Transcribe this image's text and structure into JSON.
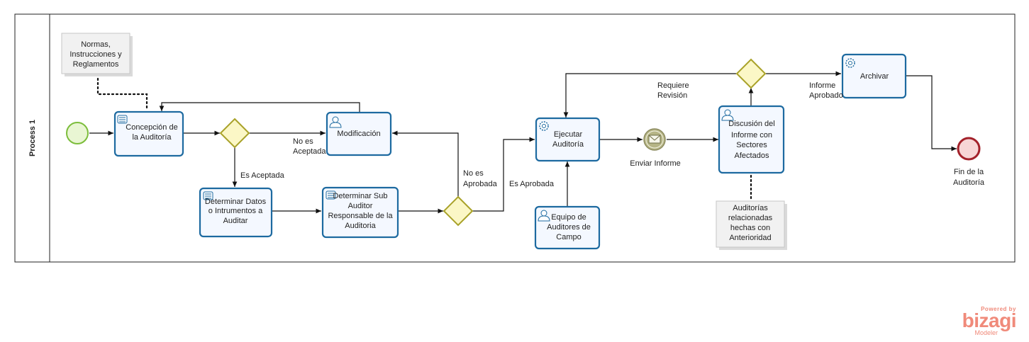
{
  "pool": {
    "label": "Process 1"
  },
  "tasks": {
    "concepcion": [
      "Concepción de",
      "la Auditoría"
    ],
    "modificacion": [
      "Modificación"
    ],
    "determinar_datos": [
      "Determinar Datos",
      "o Intrumentos a",
      "Auditar"
    ],
    "determinar_sub": [
      "Determinar Sub",
      "Auditor",
      "Responsable de la",
      "Auditoria"
    ],
    "ejecutar": [
      "Ejecutar",
      "Auditoría"
    ],
    "equipo": [
      "Equipo de",
      "Auditores de",
      "Campo"
    ],
    "discusion": [
      "Discusión del",
      "Informe con",
      "Sectores",
      "Afectados"
    ],
    "archivar": [
      "Archivar"
    ]
  },
  "annotations": {
    "normas": [
      "Normas,",
      "Instrucciones y",
      "Reglamentos"
    ],
    "auditorias": [
      "Auditorías",
      "relacionadas",
      "hechas con",
      "Anterioridad"
    ]
  },
  "events": {
    "message_label": "Enviar Informe",
    "end_label": [
      "Fin de la",
      "Auditoría"
    ]
  },
  "flow_labels": {
    "no_aceptada": [
      "No es",
      "Aceptada"
    ],
    "es_aceptada": "Es Aceptada",
    "no_aprobada": [
      "No es",
      "Aprobada"
    ],
    "es_aprobada": "Es Aprobada",
    "requiere_revision": [
      "Requiere",
      "Revisión"
    ],
    "informe_aprobado": [
      "Informe",
      "Aprobado"
    ]
  },
  "watermark": {
    "powered": "Powered by",
    "brand": "bizagi",
    "product": "Modeler"
  },
  "colors": {
    "task_border": "#1d6aa0",
    "task_fill": "#f4f8ff",
    "gateway_fill": "#fbf7c6",
    "gateway_border": "#a9a229",
    "start_fill": "#e9f6d3",
    "start_border": "#7cbd3b",
    "end_border": "#a3212a",
    "message_fill": "#b6b586",
    "brand": "#f08a7a"
  }
}
